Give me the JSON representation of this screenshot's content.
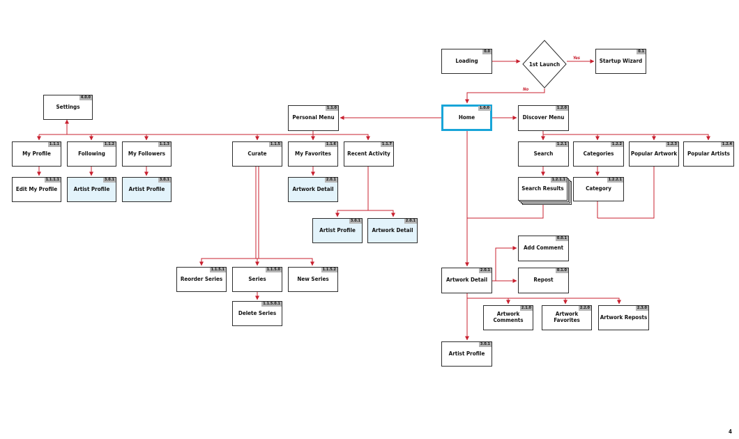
{
  "colors": {
    "connector": "#c8202f",
    "box_border": "#2b2b2b",
    "reference_fill": "#e3f3fb",
    "home_border": "#18a5d8",
    "code_fill": "#b5b5b5"
  },
  "nodes": {
    "loading": {
      "label": "Loading",
      "code": "0.0"
    },
    "first_launch": {
      "label": "1st Launch"
    },
    "startup_wizard": {
      "label": "Startup Wizard",
      "code": "0.1"
    },
    "settings": {
      "label": "Settings",
      "code": "4.0.0"
    },
    "personal_menu": {
      "label": "Personal Menu",
      "code": "1.1.0"
    },
    "home": {
      "label": "Home",
      "code": "1.0.0"
    },
    "discover_menu": {
      "label": "Discover Menu",
      "code": "1.2.0"
    },
    "my_profile": {
      "label": "My Profile",
      "code": "1.1.1"
    },
    "following": {
      "label": "Following",
      "code": "1.1.2"
    },
    "my_followers": {
      "label": "My Followers",
      "code": "1.1.3"
    },
    "curate": {
      "label": "Curate",
      "code": "1.1.5"
    },
    "my_favorites": {
      "label": "My Favorites",
      "code": "1.1.6"
    },
    "recent_activity": {
      "label": "Recent Activity",
      "code": "1.1.7"
    },
    "search": {
      "label": "Search",
      "code": "1.2.1"
    },
    "categories": {
      "label": "Categories",
      "code": "1.2.2"
    },
    "popular_artwork": {
      "label": "Popular Artwork",
      "code": "1.2.3"
    },
    "popular_artists": {
      "label": "Popular Artists",
      "code": "1.2.4"
    },
    "edit_my_profile": {
      "label": "Edit My Profile",
      "code": "1.1.1.1"
    },
    "following_artist_profile": {
      "label": "Artist Profile",
      "code": "3.0.1"
    },
    "followers_artist_profile": {
      "label": "Artist Profile",
      "code": "3.0.1"
    },
    "favorites_artwork_detail": {
      "label": "Artwork Detail",
      "code": "2.0.1"
    },
    "search_results": {
      "label": "Search Results",
      "code": "1.2.1.1"
    },
    "category": {
      "label": "Category",
      "code": "1.2.2.1"
    },
    "activity_artist_profile": {
      "label": "Artist Profile",
      "code": "3.0.1"
    },
    "activity_artwork_detail": {
      "label": "Artwork Detail",
      "code": "2.0.1"
    },
    "add_comment": {
      "label": "Add Comment",
      "code": "0.0.1"
    },
    "reorder_series": {
      "label": "Reorder Series",
      "code": "1.1.5.1"
    },
    "series": {
      "label": "Series",
      "code": "1.1.5.0"
    },
    "new_series": {
      "label": "New Series",
      "code": "1.1.5.2"
    },
    "artwork_detail": {
      "label": "Artwork Detail",
      "code": "2.0.1"
    },
    "repost": {
      "label": "Repost",
      "code": "0.1.0"
    },
    "delete_series": {
      "label": "Delete Series",
      "code": "1.1.5.0.1"
    },
    "artwork_comments": {
      "label": "Artwork Comments",
      "code": "2.1.0"
    },
    "artwork_favorites": {
      "label": "Artwork Favorites",
      "code": "2.2.0"
    },
    "artwork_reposts": {
      "label": "Artwork Reposts",
      "code": "2.3.0"
    },
    "artist_profile": {
      "label": "Artist Profile",
      "code": "3.0.1"
    }
  },
  "edge_labels": {
    "yes": "Yes",
    "no": "No"
  },
  "page_number": "4"
}
